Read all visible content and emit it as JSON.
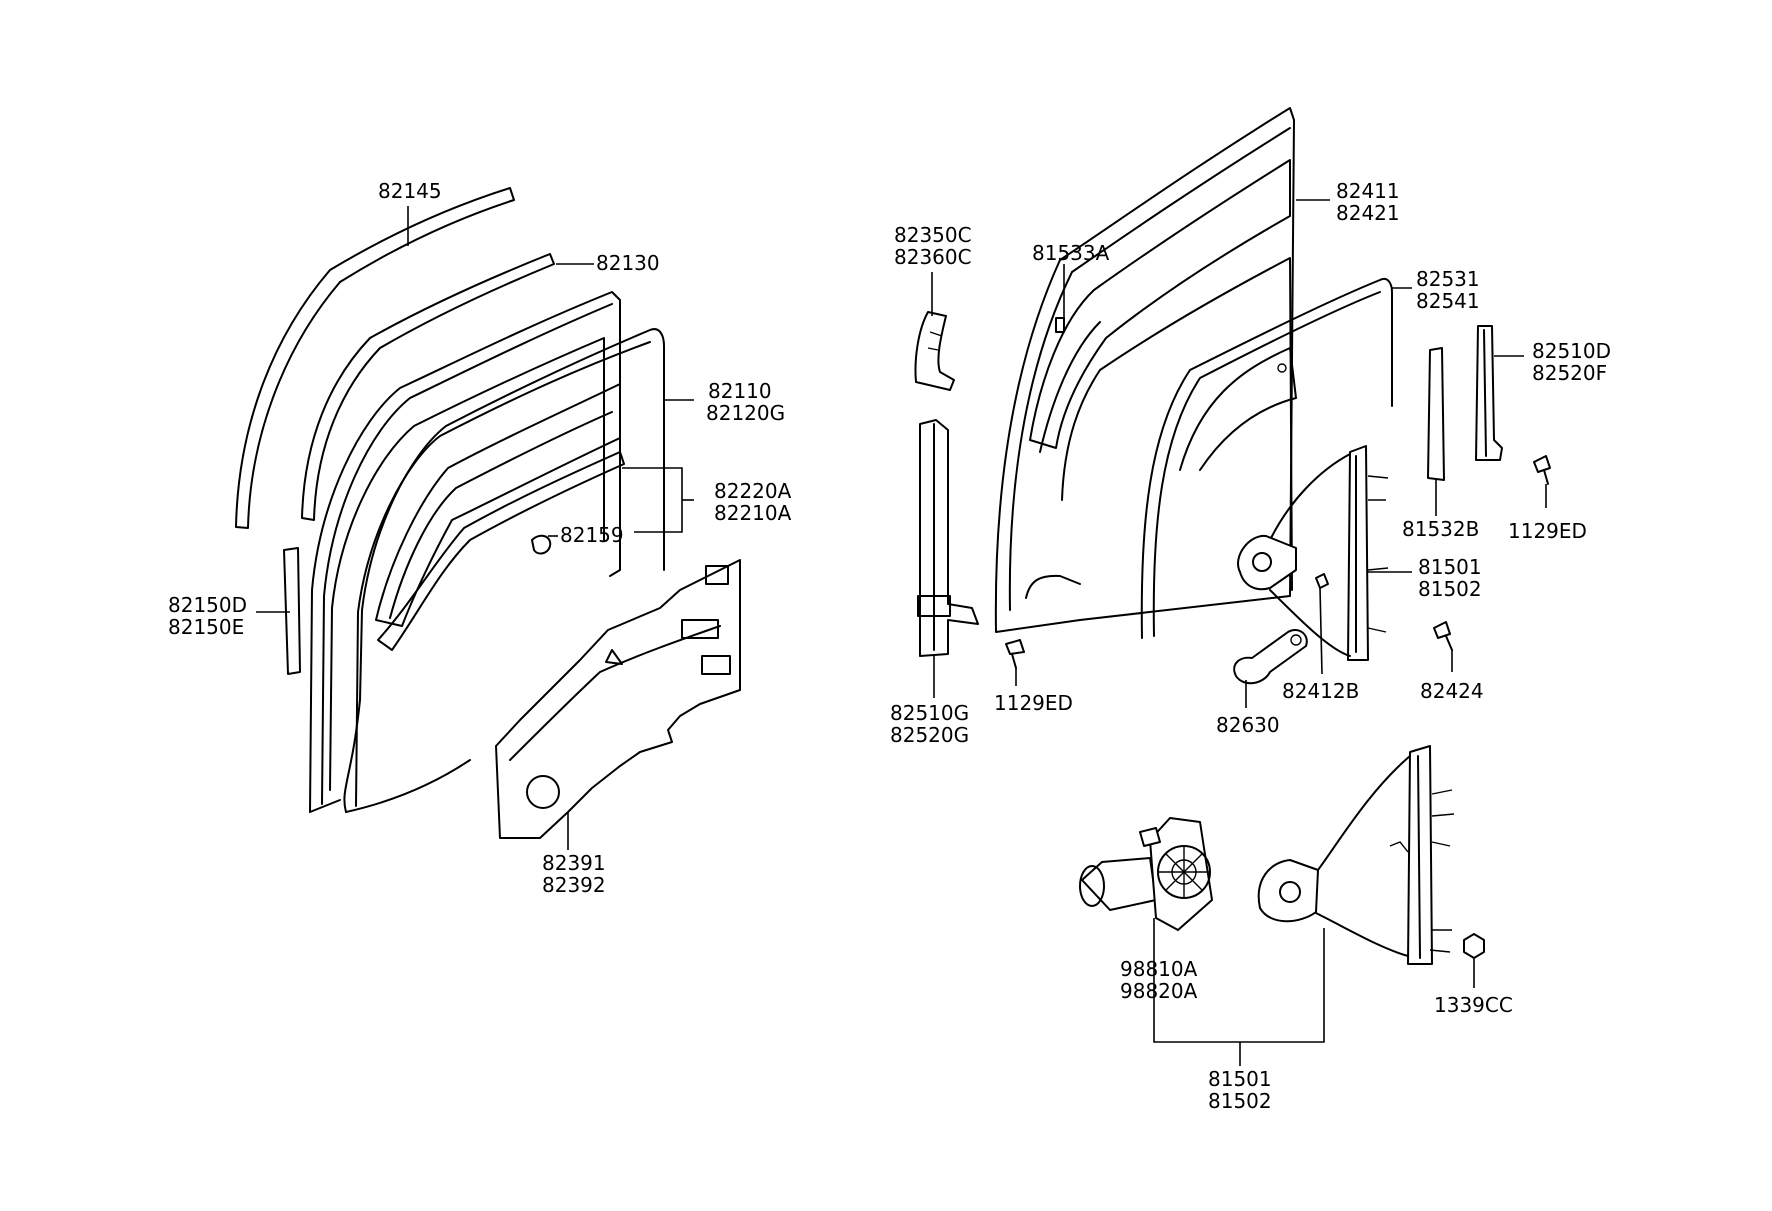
{
  "labels": {
    "p82145": "82145",
    "p82130": "82130",
    "p82110": "82110",
    "p82120G": "82120G",
    "p82220A": "82220A",
    "p82210A": "82210A",
    "p82159": "82159",
    "p82150D": "82150D",
    "p82150E": "82150E",
    "p82391": "82391",
    "p82392": "82392",
    "p82350C": "82350C",
    "p82360C": "82360C",
    "p82510G": "82510G",
    "p82520G": "82520G",
    "p1129ED_a": "1129ED",
    "p81533A": "81533A",
    "p82411": "82411",
    "p82421": "82421",
    "p82531": "82531",
    "p82541": "82541",
    "p82510D": "82510D",
    "p82520F": "82520F",
    "p81532B": "81532B",
    "p1129ED_b": "1129ED",
    "p81501_a": "81501",
    "p81502_a": "81502",
    "p82424": "82424",
    "p82412B": "82412B",
    "p82630": "82630",
    "p98810A": "98810A",
    "p98820A": "98820A",
    "p1339CC": "1339CC",
    "p81501_b": "81501",
    "p81502_b": "81502"
  }
}
